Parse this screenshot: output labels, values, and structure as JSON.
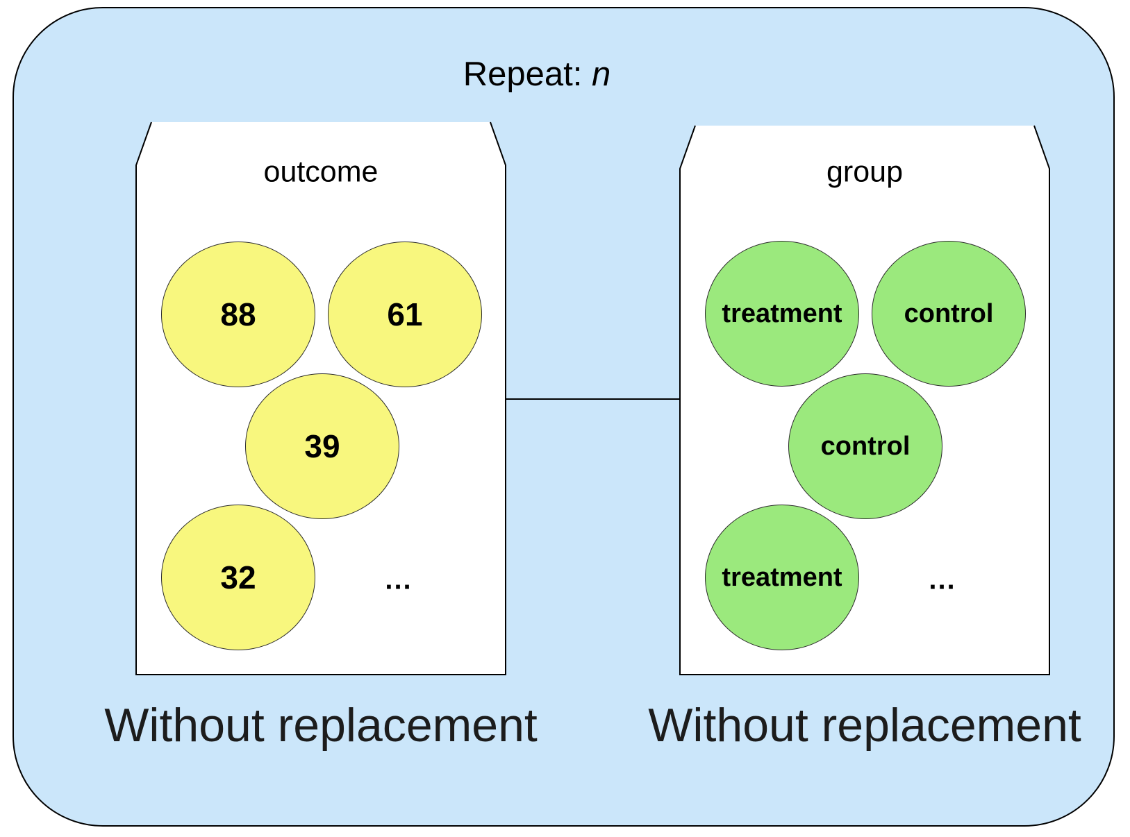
{
  "title": {
    "prefix": "Repeat: ",
    "n": "n"
  },
  "colors": {
    "background": "#CBE6FA",
    "card_fill": "#FFFFFF",
    "outline": "#000000",
    "outcome_ball": "#F8F77E",
    "group_ball": "#9BE97D"
  },
  "envelopes": [
    {
      "label": "outcome",
      "caption": "Without replacement",
      "balls": [
        "88",
        "61",
        "39",
        "32"
      ],
      "ellipsis": "..."
    },
    {
      "label": "group",
      "caption": "Without replacement",
      "balls": [
        "treatment",
        "control",
        "control",
        "treatment"
      ],
      "ellipsis": "..."
    }
  ]
}
